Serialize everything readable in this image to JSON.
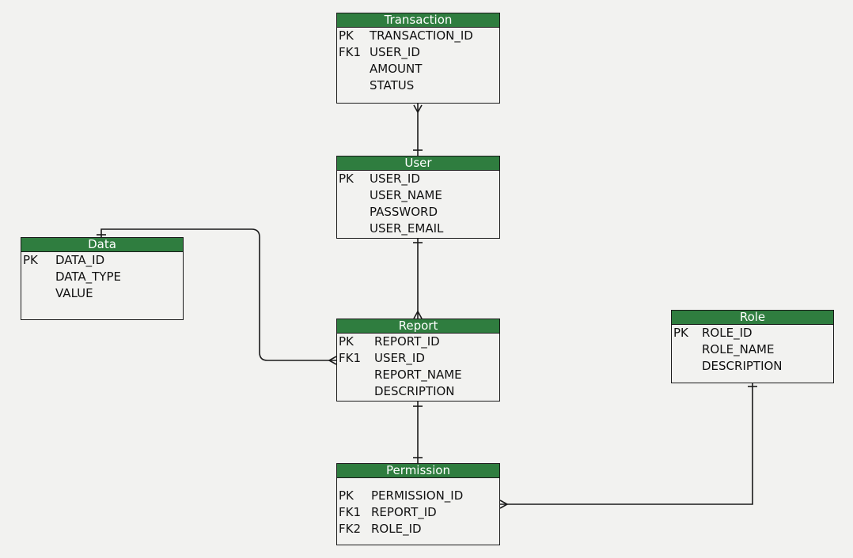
{
  "entities": [
    {
      "id": "transaction",
      "title": "Transaction",
      "fields": [
        {
          "key": "PK",
          "name": "TRANSACTION_ID"
        },
        {
          "key": "FK1",
          "name": "USER_ID"
        },
        {
          "key": "",
          "name": "AMOUNT"
        },
        {
          "key": "",
          "name": "STATUS"
        }
      ]
    },
    {
      "id": "user",
      "title": "User",
      "fields": [
        {
          "key": "PK",
          "name": "USER_ID"
        },
        {
          "key": "",
          "name": "USER_NAME"
        },
        {
          "key": "",
          "name": "PASSWORD"
        },
        {
          "key": "",
          "name": "USER_EMAIL"
        }
      ]
    },
    {
      "id": "data",
      "title": "Data",
      "fields": [
        {
          "key": "PK",
          "name": "DATA_ID"
        },
        {
          "key": "",
          "name": "DATA_TYPE"
        },
        {
          "key": "",
          "name": "VALUE"
        }
      ]
    },
    {
      "id": "report",
      "title": "Report",
      "fields": [
        {
          "key": "PK",
          "name": "REPORT_ID"
        },
        {
          "key": "FK1",
          "name": "USER_ID"
        },
        {
          "key": "",
          "name": "REPORT_NAME"
        },
        {
          "key": "",
          "name": "DESCRIPTION"
        }
      ]
    },
    {
      "id": "role",
      "title": "Role",
      "fields": [
        {
          "key": "PK",
          "name": "ROLE_ID"
        },
        {
          "key": "",
          "name": "ROLE_NAME"
        },
        {
          "key": "",
          "name": "DESCRIPTION"
        }
      ]
    },
    {
      "id": "permission",
      "title": "Permission",
      "fields": [
        {
          "key": "PK",
          "name": "PERMISSION_ID"
        },
        {
          "key": "FK1",
          "name": "REPORT_ID"
        },
        {
          "key": "FK2",
          "name": "ROLE_ID"
        }
      ]
    }
  ],
  "relationships": [
    {
      "from": "user",
      "to": "transaction",
      "from_cardinality": "one",
      "to_cardinality": "many"
    },
    {
      "from": "user",
      "to": "report",
      "from_cardinality": "one",
      "to_cardinality": "many"
    },
    {
      "from": "data",
      "to": "report",
      "from_cardinality": "one",
      "to_cardinality": "many"
    },
    {
      "from": "report",
      "to": "permission",
      "from_cardinality": "one",
      "to_cardinality": "one"
    },
    {
      "from": "role",
      "to": "permission",
      "from_cardinality": "one",
      "to_cardinality": "many"
    }
  ],
  "colors": {
    "header_bg": "#2f7d3f",
    "header_text": "#ffffff",
    "line": "#1a1a1a",
    "background": "#f2f2f0"
  }
}
